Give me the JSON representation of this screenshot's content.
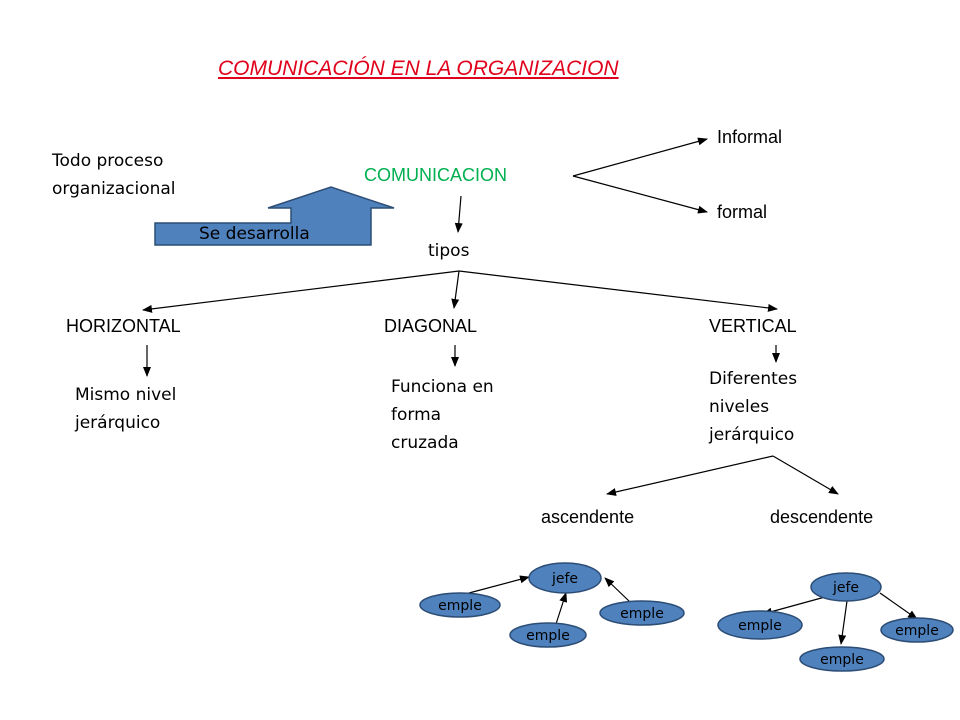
{
  "title": "COMUNICACIÓN EN LA ORGANIZACION",
  "center_label": "COMUNICACION",
  "left_text": [
    "Todo proceso",
    "organizacional"
  ],
  "arrow_label": "Se desarrolla",
  "branches_right": [
    "Informal",
    "formal"
  ],
  "types_label": "tipos",
  "types": [
    {
      "name": "HORIZONTAL",
      "description": [
        "Mismo nivel",
        "jerárquico"
      ]
    },
    {
      "name": "DIAGONAL",
      "description": [
        "Funciona en",
        "forma",
        "cruzada"
      ]
    },
    {
      "name": "VERTICAL",
      "description": [
        "Diferentes",
        "niveles",
        "jerárquico"
      ]
    }
  ],
  "vertical_subtypes": [
    "ascendente",
    "descendente"
  ],
  "node_labels": {
    "boss": "jefe",
    "employee": "emple"
  },
  "colors": {
    "title": "#e0001b",
    "center": "#00b050",
    "node_fill": "#4f81bd",
    "node_stroke": "#2c4d75"
  }
}
